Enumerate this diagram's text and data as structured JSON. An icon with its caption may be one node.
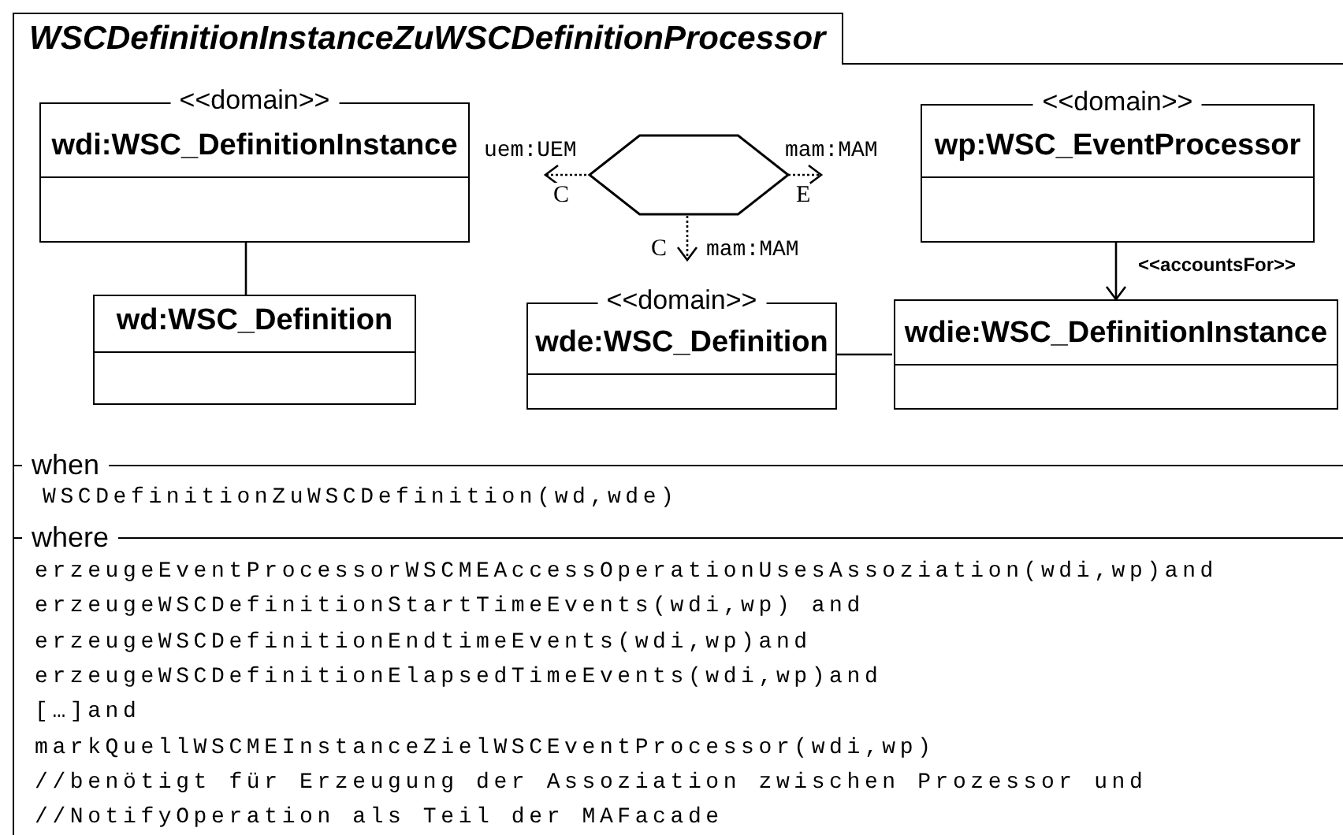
{
  "diagram": {
    "nodes": [
      {
        "text": [
          "WSCDefinitionInstanceZuWSCDefinitionProcessor"
        ]
      },
      {
        "text": [
          "<<domain>>",
          "wdi:WSC_DefinitionInstance"
        ],
        "in": 0
      },
      {
        "text": [
          "wd:WSC_Definition"
        ],
        "in": 0
      },
      {
        "text": [],
        "shape": "hexagon",
        "in": 0
      },
      {
        "text": [
          "<<domain>>",
          "wp:WSC_EventProcessor"
        ],
        "in": 0
      },
      {
        "text": [
          "<<domain>>",
          "wde:WSC_Definition"
        ],
        "in": 0
      },
      {
        "text": [
          "wdie:WSC_DefinitionInstance"
        ],
        "in": 0
      },
      {
        "text": [
          "uem:UEM"
        ],
        "in": 0
      },
      {
        "text": [
          "mam:MAM"
        ],
        "in": 0
      },
      {
        "text": [
          "mam:MAM"
        ],
        "in": 0
      }
    ],
    "edges": [
      {
        "from": 1,
        "to": 2,
        "arrow": "none"
      },
      {
        "from": 3,
        "to": 7,
        "arrow": "to",
        "label": "C",
        "style": "dashed"
      },
      {
        "from": 3,
        "to": 8,
        "arrow": "to",
        "label": "E",
        "style": "dashed"
      },
      {
        "from": 3,
        "to": 9,
        "arrow": "to",
        "label": "C",
        "style": "dashed"
      },
      {
        "from": 4,
        "to": 6,
        "arrow": "to",
        "label": "<<accountsFor>>"
      },
      {
        "from": 5,
        "to": 6,
        "arrow": "none"
      }
    ],
    "labels": [
      "when",
      "WSCDefinitionZuWSCDefinition(wd,wde)",
      "where",
      "erzeugeEventProcessorWSCMEAccessOperationUsesAssoziation(wdi,wp)and",
      "erzeugeWSCDefinitionStartTimeEvents(wdi,wp) and",
      "erzeugeWSCDefinitionEndtimeEvents(wdi,wp)and",
      "erzeugeWSCDefinitionElapsedTimeEvents(wdi,wp)and",
      "[…]and",
      "markQuellWSCMEInstanceZielWSCEventProcessor(wdi,wp)",
      "//benötigt für Erzeugung der Assoziation zwischen Prozessor und",
      "//NotifyOperation als Teil der MAFacade"
    ]
  }
}
